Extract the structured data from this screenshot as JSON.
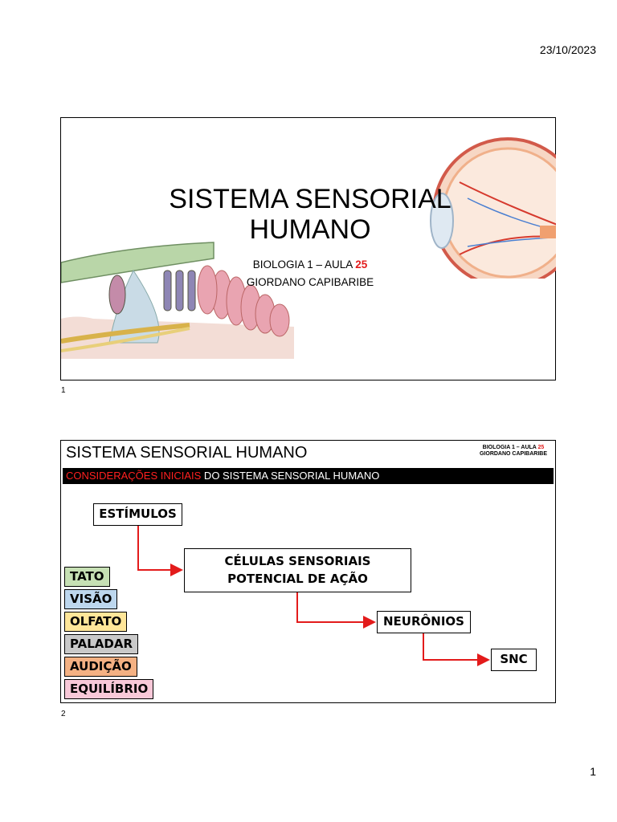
{
  "header": {
    "date": "23/10/2023"
  },
  "slide1": {
    "number": "1",
    "title_line1": "SISTEMA SENSORIAL",
    "title_line2": "HUMANO",
    "course_prefix": "BIOLOGIA 1 – AULA ",
    "lesson_number": "25",
    "author": "GIORDANO CAPIBARIBE"
  },
  "slide2": {
    "number": "2",
    "title": "SISTEMA SENSORIAL HUMANO",
    "course_prefix": "BIOLOGIA 1 – AULA ",
    "lesson_number": "25",
    "author": "GIORDANO CAPIBARIBE",
    "bar_highlight": "CONSIDERAÇÕES INICIAIS",
    "bar_rest": " DO SISTEMA SENSORIAL HUMANO",
    "flow": {
      "stimuli": "ESTÍMULOS",
      "cells_line1": "CÉLULAS SENSORIAIS",
      "cells_line2": "POTENCIAL DE AÇÃO",
      "neurons": "NEURÔNIOS",
      "cns": "SNC"
    },
    "senses": [
      {
        "label": "TATO",
        "color": "#c6e0b4"
      },
      {
        "label": "VISÃO",
        "color": "#bdd7ee"
      },
      {
        "label": "OLFATO",
        "color": "#ffe699"
      },
      {
        "label": "PALADAR",
        "color": "#c9c9c9"
      },
      {
        "label": "AUDIÇÃO",
        "color": "#f4b183"
      },
      {
        "label": "EQUILÍBRIO",
        "color": "#f8c8d8"
      }
    ],
    "arrow_color": "#e31b1b"
  },
  "footer": {
    "page_number": "1"
  }
}
